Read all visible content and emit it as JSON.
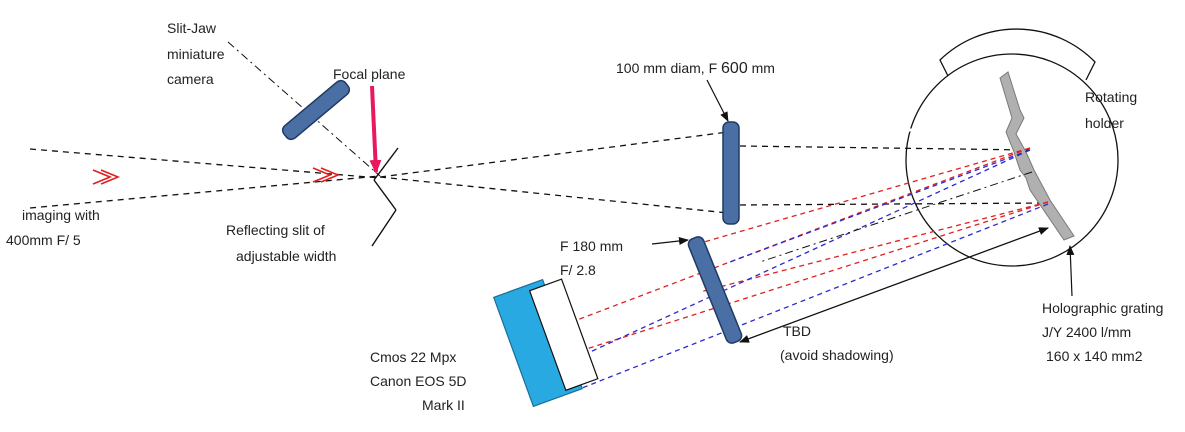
{
  "labels": {
    "slit_jaw": [
      "Slit-Jaw",
      "miniature",
      "camera"
    ],
    "focal_plane": "Focal plane",
    "imaging": [
      "imaging with",
      "400mm  F/ 5"
    ],
    "reflecting_slit": [
      "Reflecting slit  of",
      "adjustable width"
    ],
    "collimator_prefix": "100 mm diam, F ",
    "collimator_focal": "600",
    "collimator_suffix": " mm",
    "camera_lens": [
      "F 180  mm",
      "F/ 2.8"
    ],
    "sensor": [
      "Cmos  22 Mpx",
      "Canon  EOS 5D",
      "Mark II"
    ],
    "tbd": [
      "TBD",
      "(avoid shadowing)"
    ],
    "rotating_holder": [
      "Rotating",
      "holder"
    ],
    "grating": [
      "Holographic grating",
      "J/Y  2400 l/mm",
      "160 x 140 mm2"
    ]
  },
  "colors": {
    "optic_blue": "#4a6fa5",
    "optic_edge": "#1f3a63",
    "sensor_cyan": "#29a9e1",
    "red_ray": "#e02020",
    "blue_ray": "#2a2ad0",
    "pointer_pink": "#e8195e",
    "grating_gray": "#b0b0b0"
  }
}
